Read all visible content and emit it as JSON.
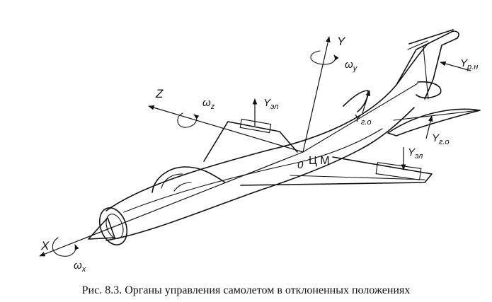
{
  "labels": {
    "axis_x": "X",
    "axis_y": "Y",
    "axis_z": "Z",
    "omega_x": "ω",
    "omega_x_sub": "x",
    "omega_y": "ω",
    "omega_y_sub": "y",
    "omega_z": "ω",
    "omega_z_sub": "z",
    "y_el_left": "Y",
    "y_el_left_sub": "эл",
    "y_el_right": "Y",
    "y_el_right_sub": "эл",
    "y_go_upper": "Y",
    "y_go_upper_sub": "г.о",
    "y_go_lower": "Y",
    "y_go_lower_sub": "г.о",
    "y_rn": "Y",
    "y_rn_sub": "р.н",
    "origin": "0",
    "cm": "Ц М"
  },
  "caption": "Рис. 8.3. Органы управления самолетом в отклоненных положениях"
}
